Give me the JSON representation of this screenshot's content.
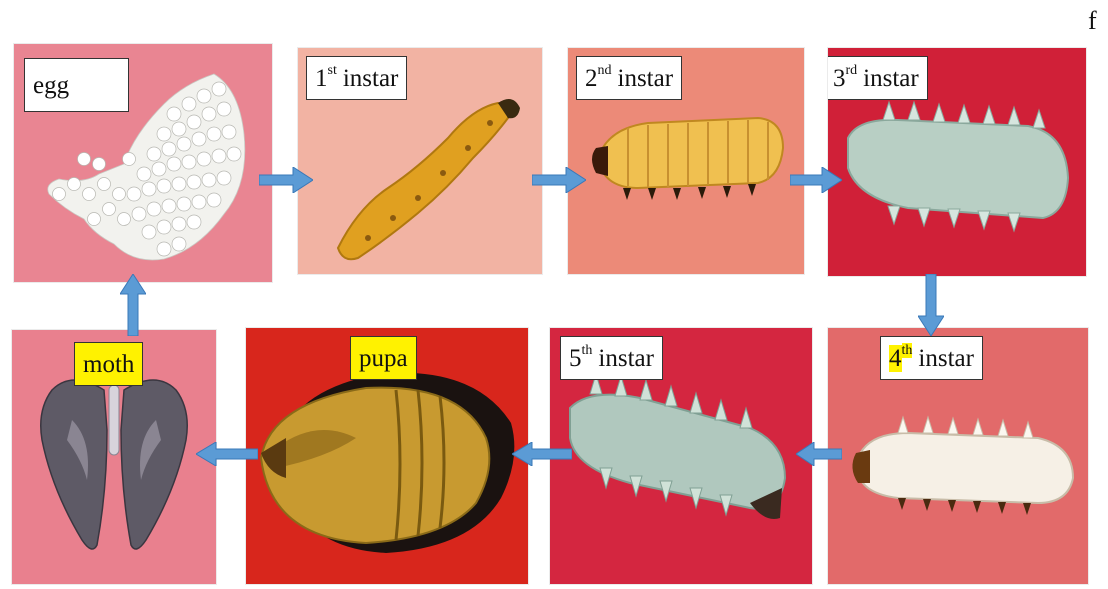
{
  "figure_letter": "f",
  "stages": {
    "egg": {
      "text": "egg"
    },
    "instar1": {
      "num": "1",
      "sup": "st",
      "word": "instar"
    },
    "instar2": {
      "num": "2",
      "sup": "nd",
      "word": "instar"
    },
    "instar3": {
      "num": "3",
      "sup": "rd",
      "word": "instar"
    },
    "instar4": {
      "num": "4",
      "sup": "th",
      "word": "instar"
    },
    "instar5": {
      "num": "5",
      "sup": "th",
      "word": "instar"
    },
    "pupa": {
      "text": "pupa"
    },
    "moth": {
      "text": "moth"
    }
  },
  "colors": {
    "highlight": "#fff200",
    "arrow": "#5b9bd5",
    "background_pink": "#e9727e",
    "background_red": "#c8202a"
  }
}
